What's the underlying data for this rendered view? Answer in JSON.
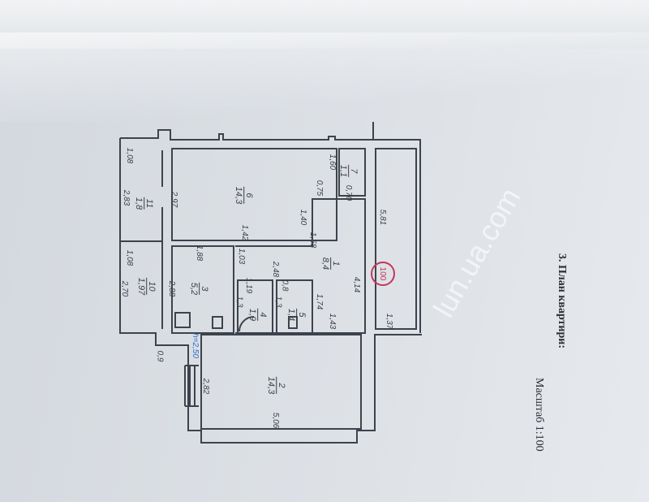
{
  "document": {
    "title": "3. План квартири:",
    "scale": "Масштаб 1:100",
    "watermark": "lun.ua.com",
    "stamp": "100",
    "height_note": "h=2,50"
  },
  "rooms": [
    {
      "number": "6",
      "area": "14,3"
    },
    {
      "number": "11",
      "area": "1,8"
    },
    {
      "number": "10",
      "area": "1,97"
    },
    {
      "number": "3",
      "area": "5,2"
    },
    {
      "number": "4",
      "area": "1,9"
    },
    {
      "number": "5",
      "area": "1,4"
    },
    {
      "number": "1",
      "area": "8,4"
    },
    {
      "number": "7",
      "area": "1,1"
    },
    {
      "number": "2",
      "area": "14,3"
    }
  ],
  "dimensions": {
    "d1": "1,08",
    "d2": "2,83",
    "d3": "2,97",
    "d4": "1,42",
    "d5": "1,40",
    "d6": "0,75",
    "d7": "0,70",
    "d8": "1,60",
    "d9": "5,81",
    "d10": "1,88",
    "d11": "1,08",
    "d12": "2,70",
    "d13": "2,88",
    "d14": "1,03",
    "d15": "2,48",
    "d16": "1,19",
    "d17": "1,3",
    "d18": "0,8",
    "d19": "1,3",
    "d20": "1,74",
    "d21": "4,14",
    "d22": "1,43",
    "d23": "1,37",
    "d24": "0,9",
    "d25": "2,82",
    "d26": "5,06",
    "d27": "1,58"
  }
}
